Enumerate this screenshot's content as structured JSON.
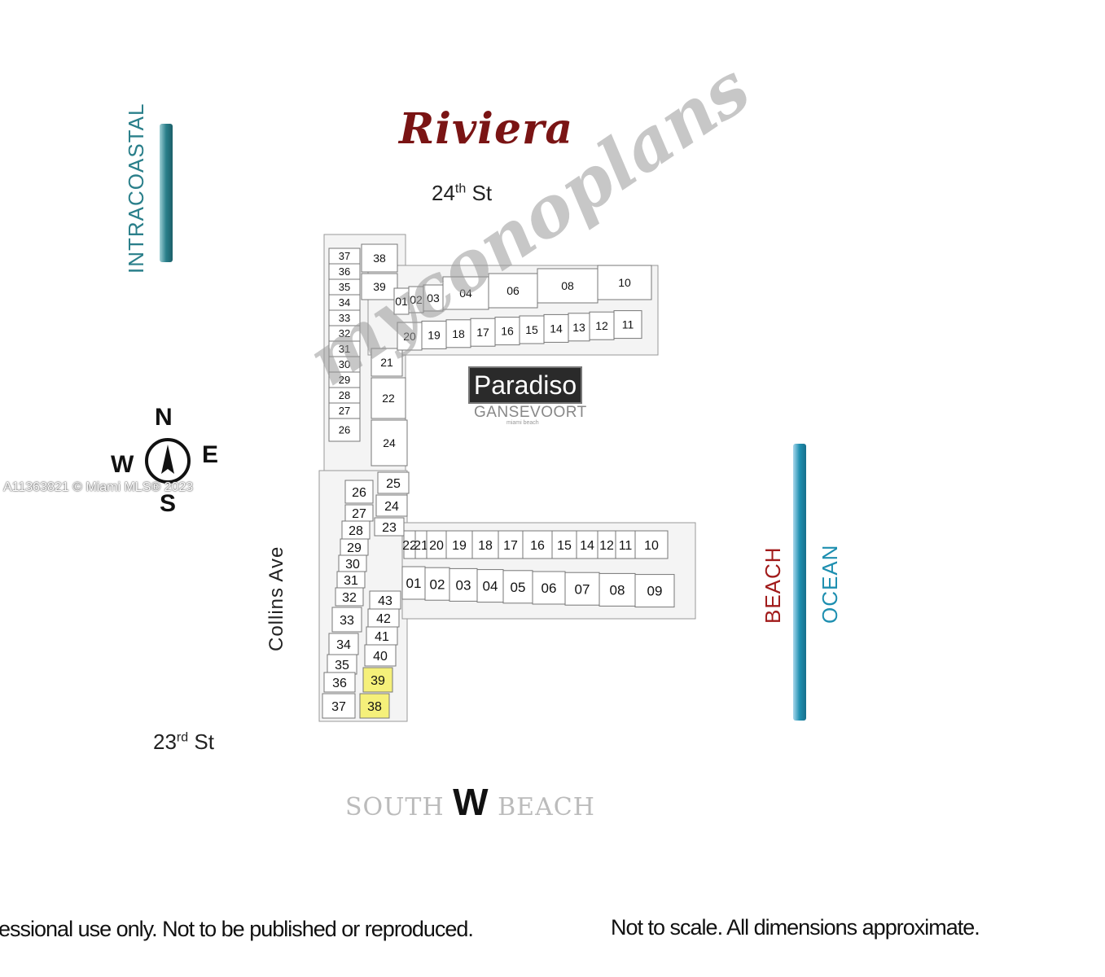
{
  "title": "Riviera",
  "streets": {
    "north": {
      "num": "24",
      "sup": "th",
      "suffix": " St"
    },
    "south": {
      "num": "23",
      "sup": "rd",
      "suffix": " St"
    },
    "collins": "Collins Ave"
  },
  "water": {
    "intracoastal": "INTRACOASTAL",
    "beach": "BEACH",
    "ocean": "OCEAN"
  },
  "compass": {
    "n": "N",
    "s": "S",
    "e": "E",
    "w": "W"
  },
  "mls": "A11363821 © Miami MLS® 2023",
  "brand": {
    "paradiso": "Paradiso",
    "gansevoort": "GANSEVOORT",
    "miami_beach": "miami beach"
  },
  "south_w_beach": {
    "south": "SOUTH",
    "w": "W",
    "beach": "BEACH"
  },
  "watermark": "myconoplans",
  "footer": {
    "left": "essional use only.  Not to be published or reproduced.",
    "right": "Not to scale.  All dimensions approximate."
  },
  "colors": {
    "riviera": "#7a1414",
    "intracoastal": "#2a7f8a",
    "beach": "#a11a1a",
    "ocean": "#1e8fb0",
    "highlight": "#f5f07a"
  },
  "units": {
    "north_outer_col": [
      "37",
      "36",
      "35",
      "34",
      "33",
      "32",
      "31",
      "30",
      "29",
      "28",
      "27",
      "26"
    ],
    "north_inner_col": [
      "38",
      "39",
      "21",
      "22",
      "24"
    ],
    "north_wing_top": [
      "01",
      "02",
      "03",
      "04",
      "06",
      "08",
      "10"
    ],
    "north_wing_bottom": [
      "20",
      "19",
      "18",
      "17",
      "16",
      "15",
      "14",
      "13",
      "12",
      "11"
    ],
    "south_outer_col": [
      "26",
      "27",
      "28",
      "29",
      "30",
      "31",
      "32",
      "33",
      "34",
      "35",
      "36",
      "37"
    ],
    "south_inner_col": [
      "25",
      "24",
      "23",
      "43",
      "42",
      "41",
      "40",
      "39",
      "38"
    ],
    "south_wing_top": [
      "22",
      "21",
      "20",
      "19",
      "18",
      "17",
      "16",
      "15",
      "14",
      "12",
      "11",
      "10"
    ],
    "south_wing_bottom": [
      "01",
      "02",
      "03",
      "04",
      "05",
      "06",
      "07",
      "08",
      "09"
    ],
    "highlighted": [
      "39",
      "38"
    ]
  }
}
